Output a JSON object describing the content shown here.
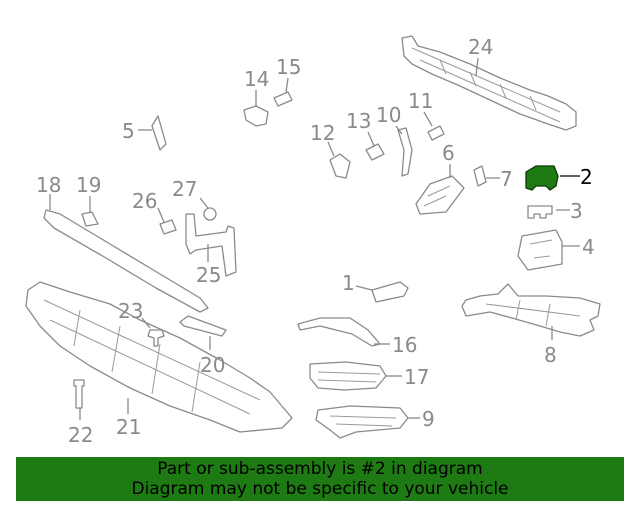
{
  "callouts": [
    "1",
    "2",
    "3",
    "4",
    "5",
    "6",
    "7",
    "8",
    "9",
    "10",
    "11",
    "12",
    "13",
    "14",
    "15",
    "16",
    "17",
    "18",
    "19",
    "20",
    "21",
    "22",
    "23",
    "24",
    "25",
    "26",
    "27"
  ],
  "highlighted_part": "2",
  "banner": {
    "line1": "Part or sub-assembly is #2 in diagram",
    "line2": "Diagram may not be specific to your vehicle"
  },
  "colors": {
    "banner_bg": "#1e7a12",
    "highlight": "#1e7a12",
    "line_art": "#8a8a8a"
  }
}
